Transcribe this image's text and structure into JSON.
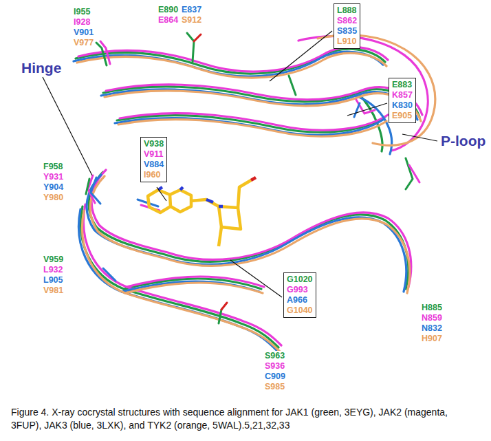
{
  "diagram": {
    "caption": "Figure 4. X-ray cocrystal structures with sequence alignment for JAK1 (green, 3EYG), JAK2 (magenta, 3FUP), JAK3 (blue, 3LXK), and TYK2 (orange, 5WAL).5,21,32,33",
    "nodes": [
      {
        "text": [
          "L888",
          "S862",
          "S835",
          "L910"
        ]
      },
      {
        "text": [
          "E883",
          "K857",
          "K830",
          "E905"
        ]
      },
      {
        "text": [
          "V938",
          "V911",
          "V884",
          "I960"
        ]
      },
      {
        "text": [
          "G1020",
          "G993",
          "A966",
          "G1040"
        ]
      }
    ],
    "labels": [
      "I955",
      "I928",
      "V901",
      "V977",
      "E890",
      "E837",
      "E864",
      "S912",
      "Hinge",
      "P-loop",
      "F958",
      "Y931",
      "Y904",
      "Y980",
      "V959",
      "L932",
      "L905",
      "V981",
      "H885",
      "N859",
      "N832",
      "H907",
      "S963",
      "S936",
      "C909",
      "S985"
    ]
  }
}
